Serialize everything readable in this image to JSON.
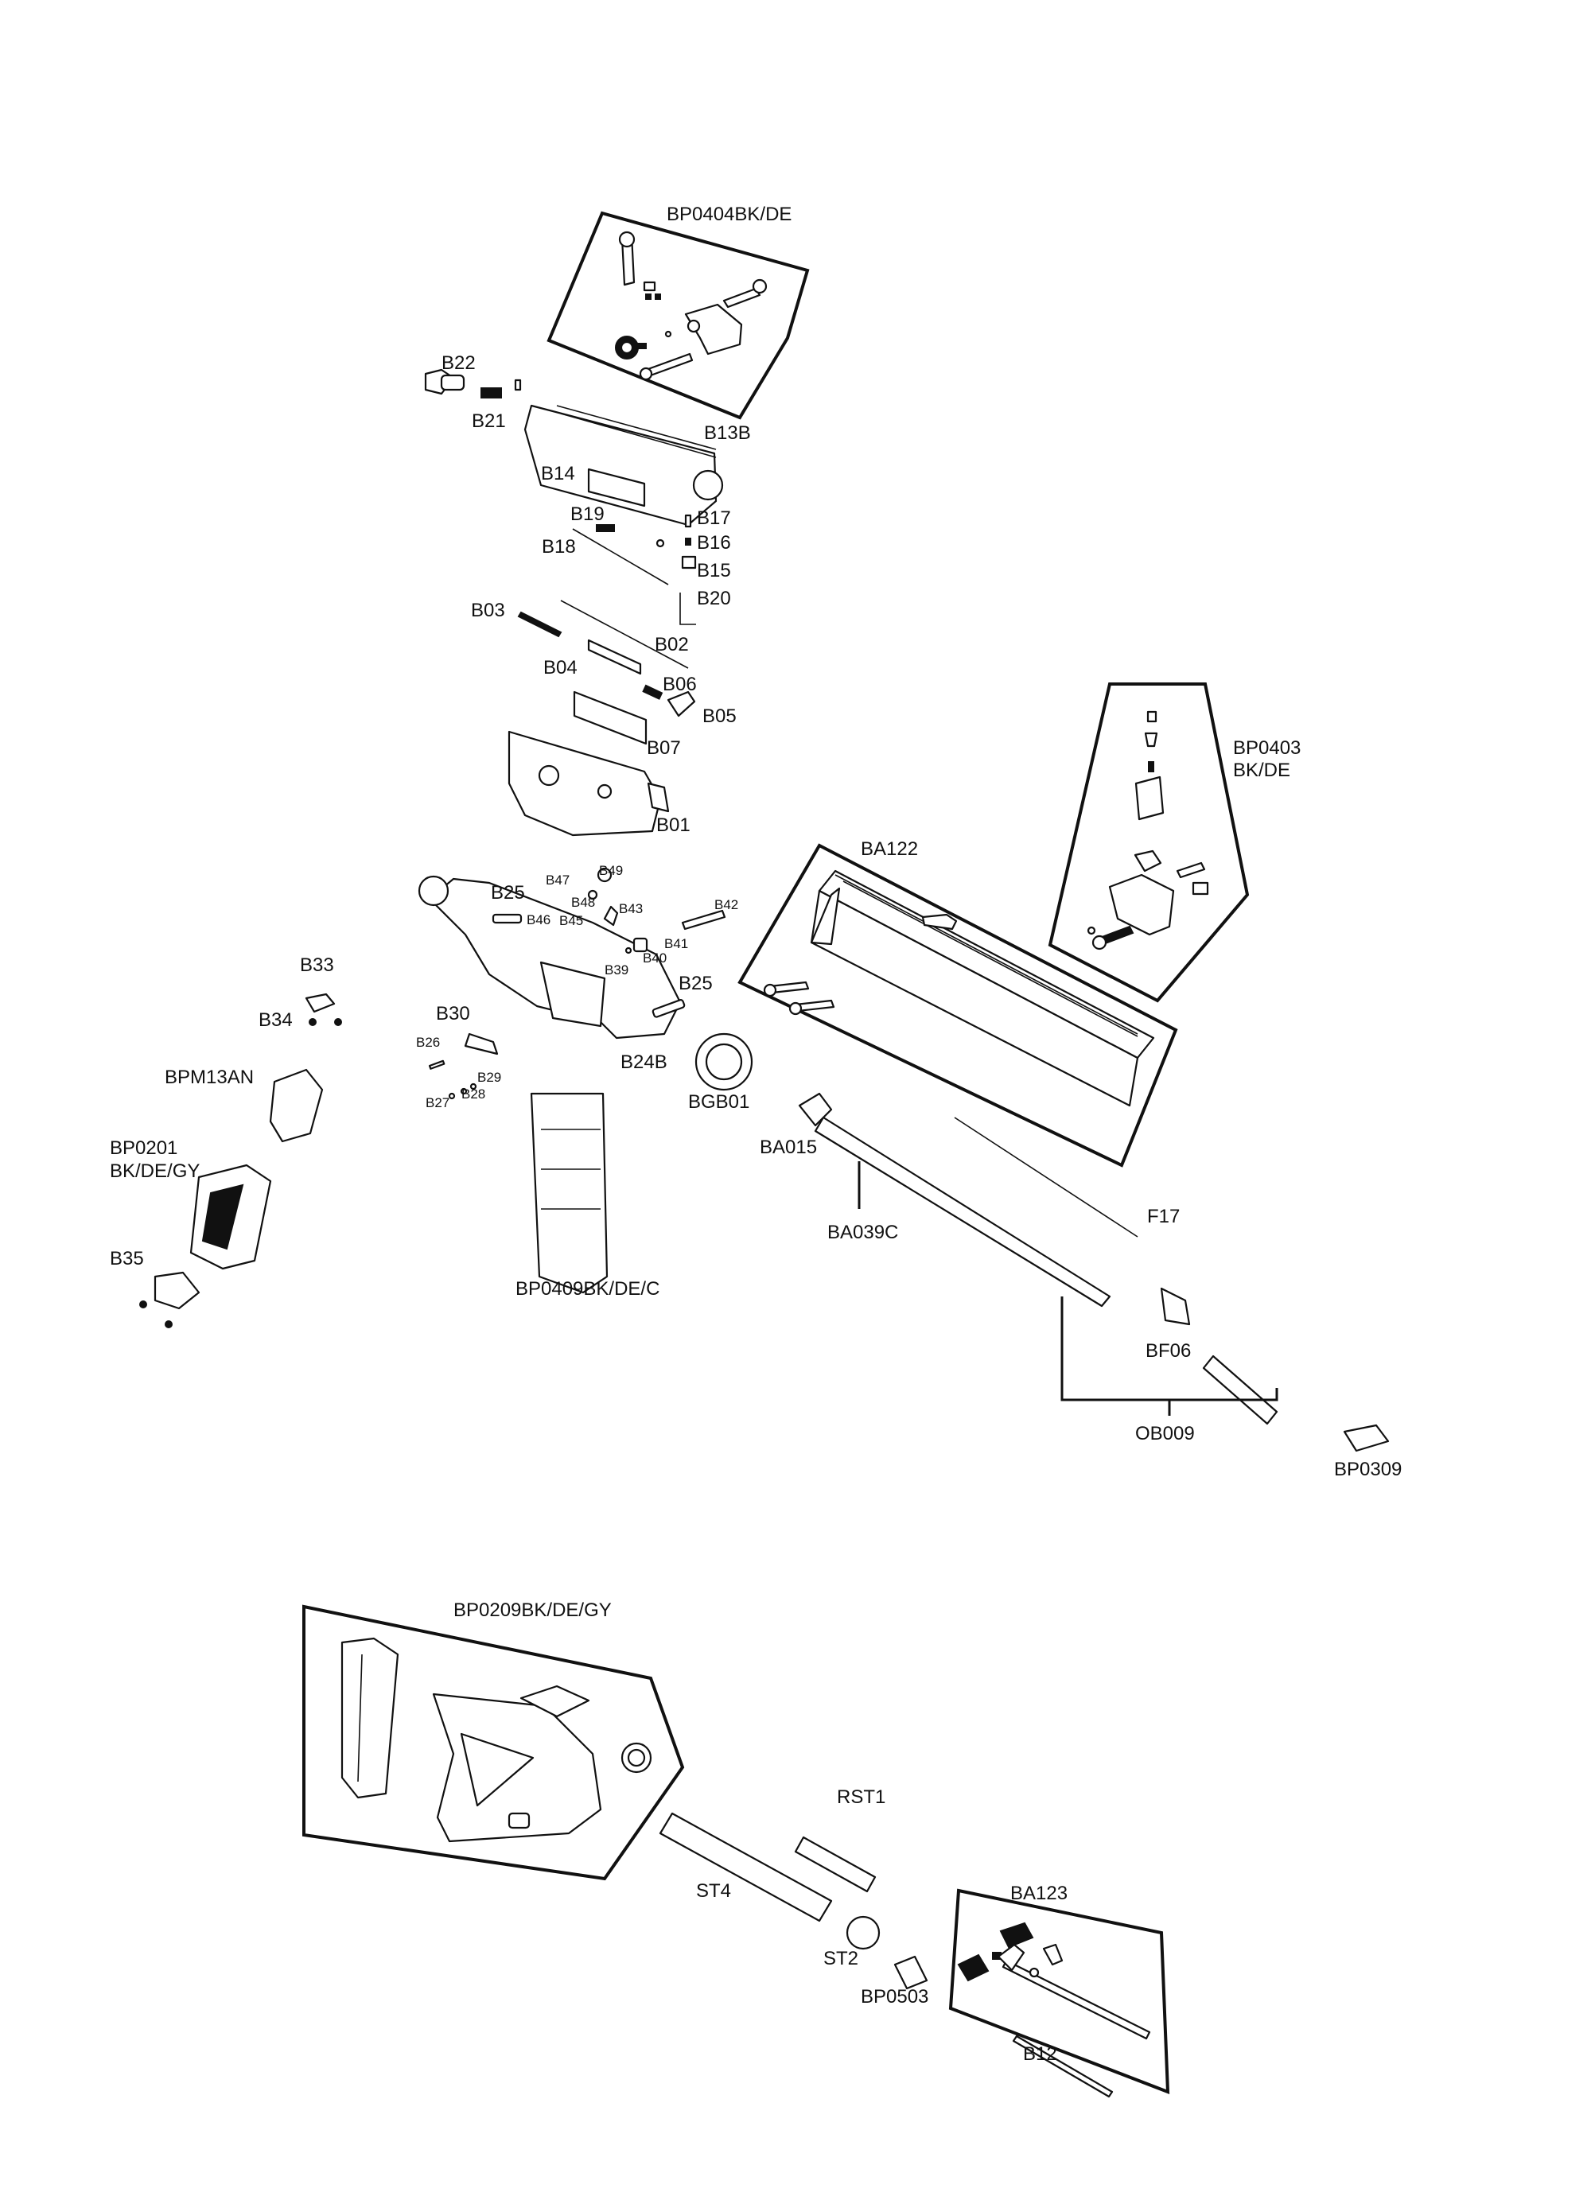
{
  "diagram": {
    "kits": [
      {
        "key": "bp0404",
        "label": "BP0404BK/DE"
      },
      {
        "key": "bp0403",
        "label": "BP0403",
        "label2": "BK/DE"
      },
      {
        "key": "ba122",
        "label": "BA122"
      },
      {
        "key": "bp0209",
        "label": "BP0209BK/DE/GY"
      },
      {
        "key": "ba123",
        "label": "BA123"
      }
    ],
    "parts": {
      "B22": "B22",
      "B21": "B21",
      "B13B": "B13B",
      "B14": "B14",
      "B19": "B19",
      "B18": "B18",
      "B17": "B17",
      "B16": "B16",
      "B15": "B15",
      "B20": "B20",
      "B03": "B03",
      "B02": "B02",
      "B04": "B04",
      "B06": "B06",
      "B05": "B05",
      "B07": "B07",
      "B01": "B01",
      "B25a": "B25",
      "B47": "B47",
      "B49": "B49",
      "B48": "B48",
      "B46": "B46",
      "B45": "B45",
      "B43": "B43",
      "B42": "B42",
      "B41": "B41",
      "B40": "B40",
      "B39": "B39",
      "B25b": "B25",
      "B33": "B33",
      "B34": "B34",
      "B30": "B30",
      "B26": "B26",
      "B29": "B29",
      "B28": "B28",
      "B27": "B27",
      "B24B": "B24B",
      "BGB01": "BGB01",
      "BPM13AN": "BPM13AN",
      "BP0201": "BP0201",
      "BP0201b": "BK/DE/GY",
      "B35": "B35",
      "BP0409": "BP0409BK/DE/C",
      "BA015": "BA015",
      "BA039C": "BA039C",
      "F17": "F17",
      "BF06": "BF06",
      "OB009": "OB009",
      "BP0309": "BP0309",
      "RST1": "RST1",
      "ST4": "ST4",
      "ST2": "ST2",
      "BP0503": "BP0503",
      "B12": "B12"
    }
  }
}
